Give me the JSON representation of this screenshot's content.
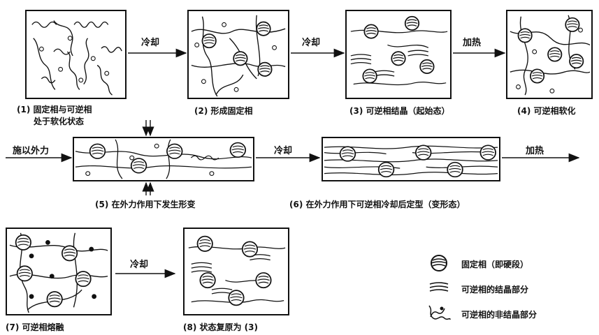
{
  "panels": {
    "p1": {
      "caption_line1": "(1) 固定相与可逆相",
      "caption_line2": "处于软化状态"
    },
    "p2": {
      "caption": "(2) 形成固定相"
    },
    "p3": {
      "caption": "(3) 可逆相结晶（起始态）"
    },
    "p4": {
      "caption": "(4) 可逆相软化"
    },
    "p5": {
      "caption": "(5) 在外力作用下发生形变"
    },
    "p6": {
      "caption": "(6) 在外力作用下可逆相冷却后定型（变形态）"
    },
    "p7": {
      "caption": "(7) 可逆相熔融"
    },
    "p8": {
      "caption": "(8) 状态复原为 (3)"
    }
  },
  "arrows": {
    "a12": "冷却",
    "a23": "冷却",
    "a34": "加热",
    "force": "施以外力",
    "a56": "冷却",
    "a6end": "加热",
    "a78": "冷却"
  },
  "legend": {
    "fixed_phase": "固定相（即硬段）",
    "crystalline": "可逆相的结晶部分",
    "amorphous": "可逆相的非结晶部分"
  }
}
